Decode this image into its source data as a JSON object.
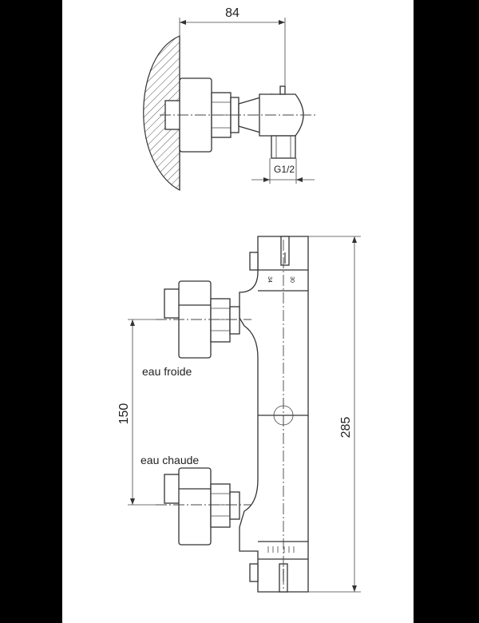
{
  "top_view": {
    "width_dim": "84",
    "thread_label": "G1/2"
  },
  "front_view": {
    "height_dim": "285",
    "spacing_dim": "150",
    "cold_label": "eau froide",
    "hot_label": "eau chaude",
    "scale_a": "34",
    "scale_b": "30"
  }
}
